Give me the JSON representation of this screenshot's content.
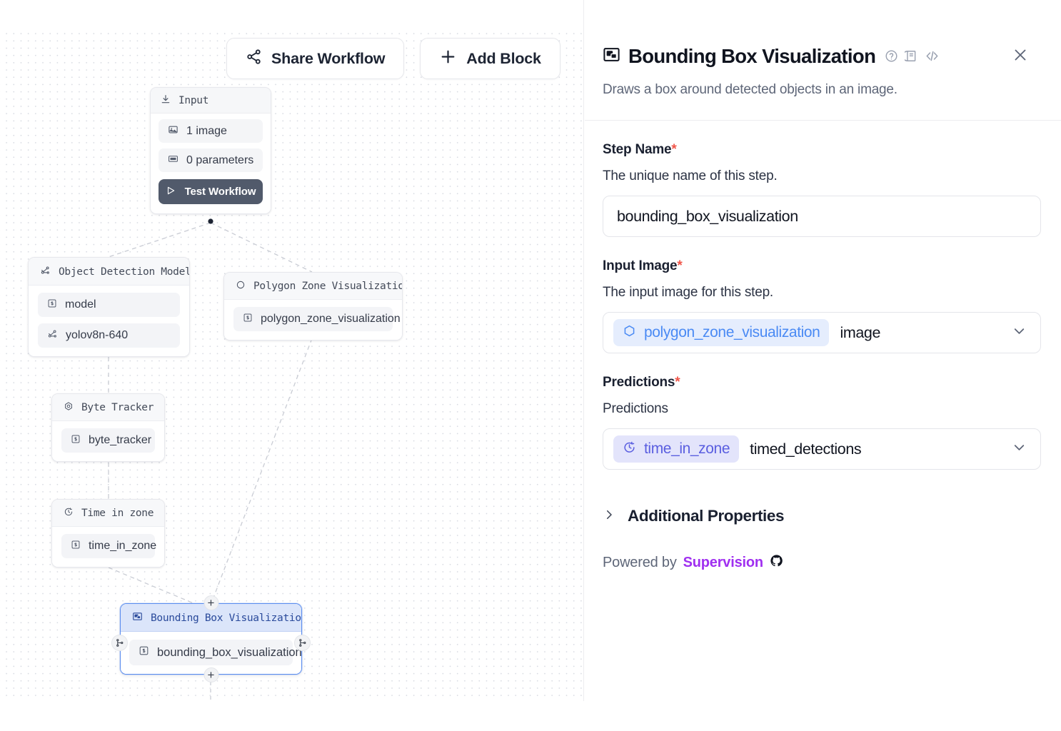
{
  "toolbar": {
    "share_label": "Share Workflow",
    "share_icon": "share-nodes-icon",
    "add_label": "Add Block",
    "add_icon": "plus-icon"
  },
  "canvas": {
    "nodes": [
      {
        "id": "input",
        "title": "Input",
        "icon": "download-input-icon",
        "items": [
          {
            "label": "1 image",
            "icon": "image-icon"
          },
          {
            "label": "0 parameters",
            "icon": "parameter-icon"
          }
        ],
        "action_label": "Test Workflow",
        "action_icon": "play-icon"
      },
      {
        "id": "object_detection_model",
        "title": "Object Detection Model",
        "icon": "model-graph-icon",
        "items": [
          {
            "label": "model",
            "icon": "step-icon"
          },
          {
            "label": "yolov8n-640",
            "icon": "model-graph-icon"
          }
        ]
      },
      {
        "id": "polygon_zone_visualization",
        "title": "Polygon Zone Visualization",
        "icon": "hexagon-icon",
        "items": [
          {
            "label": "polygon_zone_visualization",
            "icon": "step-icon"
          }
        ]
      },
      {
        "id": "byte_tracker",
        "title": "Byte Tracker",
        "icon": "target-icon",
        "items": [
          {
            "label": "byte_tracker",
            "icon": "step-icon"
          }
        ]
      },
      {
        "id": "time_in_zone",
        "title": "Time in zone",
        "icon": "stopwatch-icon",
        "items": [
          {
            "label": "time_in_zone",
            "icon": "step-icon"
          }
        ]
      },
      {
        "id": "bounding_box_visualization",
        "title": "Bounding Box Visualization",
        "icon": "image-box-icon",
        "selected": true,
        "items": [
          {
            "label": "bounding_box_visualization",
            "icon": "step-icon"
          }
        ]
      }
    ]
  },
  "panel": {
    "icon": "image-box-icon",
    "title": "Bounding Box Visualization",
    "header_icons": [
      "help-circle-icon",
      "docs-book-icon",
      "code-brackets-icon"
    ],
    "close_icon": "close-icon",
    "subtitle": "Draws a box around detected objects in an image.",
    "fields": [
      {
        "label": "Step Name",
        "required": "*",
        "description": "The unique name of this step.",
        "type": "text",
        "value": "bounding_box_visualization"
      },
      {
        "label": "Input Image",
        "required": "*",
        "description": "The input image for this step.",
        "type": "select",
        "ref_chip": "polygon_zone_visualization",
        "ref_icon": "hexagon-icon",
        "ref_style": "blue",
        "value": "image",
        "chevron": "chevron-down-icon"
      },
      {
        "label": "Predictions",
        "required": "*",
        "description": "Predictions",
        "type": "select",
        "ref_chip": "time_in_zone",
        "ref_icon": "stopwatch-icon",
        "ref_style": "indigo",
        "value": "timed_detections",
        "chevron": "chevron-down-icon"
      }
    ],
    "additional_properties_label": "Additional Properties",
    "additional_properties_icon": "chevron-right-icon",
    "powered_prefix": "Powered by",
    "powered_brand": "Supervision",
    "powered_icon": "github-icon"
  },
  "colors": {
    "accent_blue": "#4a8af4",
    "accent_indigo": "#5a5ee0",
    "brand_purple": "#a030f0",
    "required_red": "#f0564a",
    "selected_node_border": "#5b8def",
    "selected_node_header": "#dbe5fa"
  }
}
